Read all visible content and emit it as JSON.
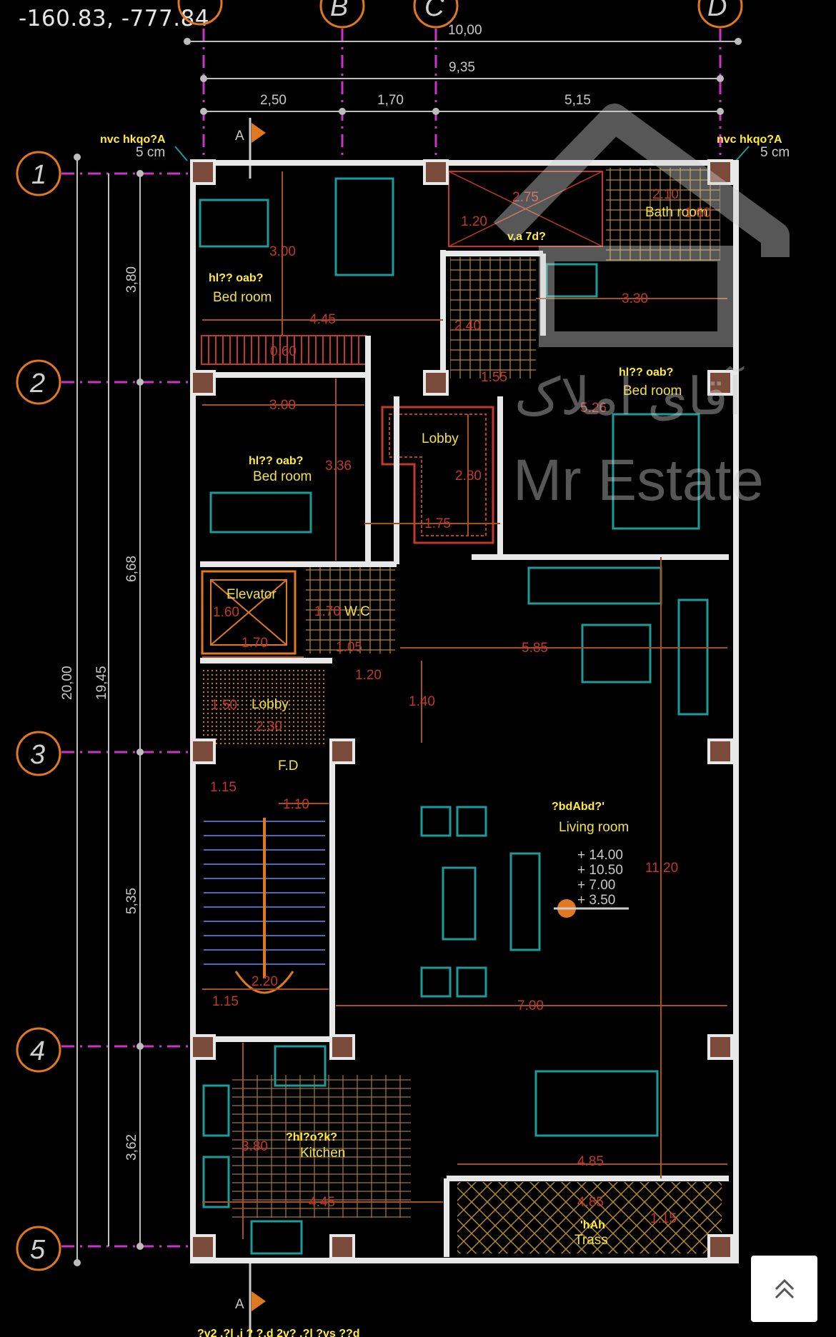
{
  "coordinates": "-160.83,   -777.84",
  "grid_columns": [
    "B",
    "C",
    "D"
  ],
  "grid_rows": [
    "1",
    "2",
    "3",
    "4",
    "5"
  ],
  "top_dims": {
    "total": "10,00",
    "inner": "9,35",
    "seg1": "2,50",
    "seg2": "1,70",
    "seg3": "5,15"
  },
  "left_dims": {
    "outer": "20,00",
    "inner": "19,45",
    "r1": "3,80",
    "r2": "6,68",
    "r3": "5,35",
    "r4": "3,62"
  },
  "section_marker": "A",
  "wall_note": {
    "glyph": "nvc hkqo?A",
    "text": "5 cm"
  },
  "rooms": {
    "bed1": {
      "glyph": "hl?? oab?",
      "name": "Bed room"
    },
    "bed2": {
      "glyph": "hl?? oab?",
      "name": "Bed room"
    },
    "bed3": {
      "glyph": "hl?? oab?",
      "name": "Bed room"
    },
    "bath": {
      "name": "Bath room"
    },
    "lobby1": {
      "name": "Lobby"
    },
    "lobby2": {
      "name": "Lobby"
    },
    "elevator": {
      "name": "Elevator"
    },
    "wc": {
      "name": "W.C"
    },
    "fd": {
      "name": "F.D"
    },
    "living": {
      "glyph": "?bdAbd?'",
      "name": "Living room"
    },
    "kitchen": {
      "glyph": "?hl?o?k?",
      "name": "Kitchen"
    },
    "terrace": {
      "glyph": "'hAh",
      "name": "Trass"
    },
    "shaft": {
      "glyph": "v.a 7d?"
    }
  },
  "room_dims": [
    "3.00",
    "4.45",
    "0.60",
    "3.00",
    "3.36",
    "2.80",
    "1.75",
    "1.60",
    "1.70",
    "1.70",
    "1.05",
    "1.20",
    "1.40",
    "1.50",
    "2.30",
    "1.15",
    "1.10",
    "2.20",
    "1.15",
    "3.80",
    "4.45",
    "2.75",
    "1.20",
    "2.10",
    "1.60",
    "2.40",
    "3.30",
    "1.55",
    "5.26",
    "5.85",
    "11.20",
    "7.00",
    "4.85",
    "4.85",
    "1.15"
  ],
  "levels": [
    "+ 14.00",
    "+ 10.50",
    "+ 7.00",
    "+ 3.50"
  ],
  "watermark": {
    "brand_fa": "آقای املاک",
    "brand_en": "Mr Estate"
  },
  "bottom_strip": "?v2  .?l .i ?  ?.d 2v?   .?l ?vs  ??d",
  "colors": {
    "background": "#000000",
    "wall": "#e8e8e8",
    "axis": "#e07820",
    "dim": "#c0392b",
    "magenta": "#cc33cc",
    "label": "#f0e14a",
    "teal": "#1f9a9a"
  }
}
